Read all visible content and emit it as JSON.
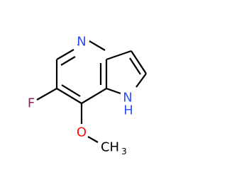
{
  "molecule": {
    "atoms": {
      "n_pyridine": {
        "text": "N",
        "color": "#3050f8"
      },
      "n_pyrrole": {
        "text": "N",
        "h": "H",
        "color": "#3050f8"
      },
      "fluorine": {
        "text": "F",
        "color": "#90205a"
      },
      "oxygen": {
        "text": "O",
        "color": "#ff0d0d"
      },
      "methyl": {
        "text": "CH",
        "sub": "3",
        "color": "#000000"
      }
    }
  }
}
